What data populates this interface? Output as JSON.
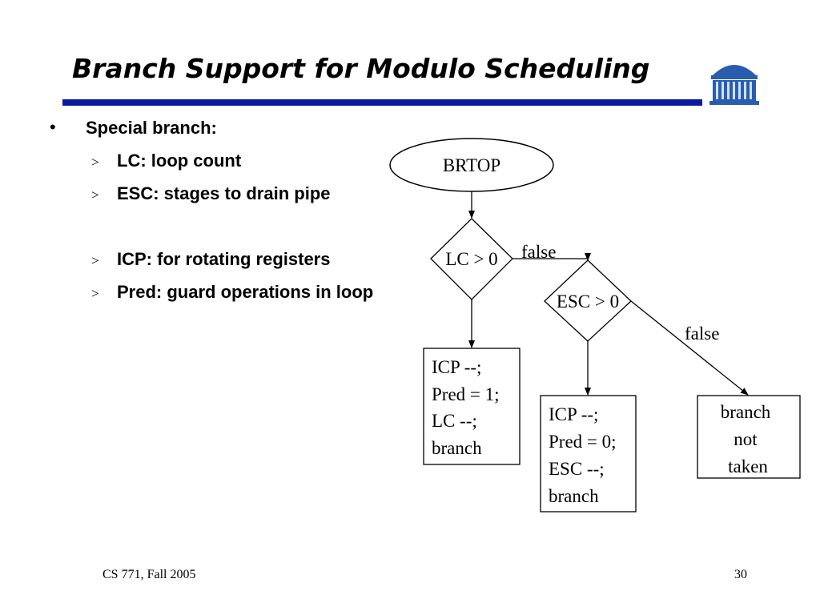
{
  "slide": {
    "title": "Branch Support for Modulo Scheduling",
    "accent_color": "#0a1a9e"
  },
  "bullets": {
    "main": "Special branch:",
    "sub": [
      "LC: loop count",
      "ESC: stages to drain pipe",
      "ICP: for rotating registers",
      "Pred: guard operations in loop"
    ],
    "sub_marker": ">",
    "main_marker": "•"
  },
  "diagram": {
    "start_node": "BRTOP",
    "decision_lc": "LC > 0",
    "decision_esc": "ESC > 0",
    "edge_false_1": "false",
    "edge_false_2": "false",
    "box_lc_true": [
      "ICP --;",
      "Pred = 1;",
      "LC --;",
      "branch"
    ],
    "box_esc_true": [
      "ICP --;",
      "Pred = 0;",
      "ESC --;",
      "branch"
    ],
    "box_not_taken": [
      "branch",
      "not",
      "taken"
    ]
  },
  "footer": {
    "course": "CS 771, Fall 2005",
    "page_number": "30"
  }
}
